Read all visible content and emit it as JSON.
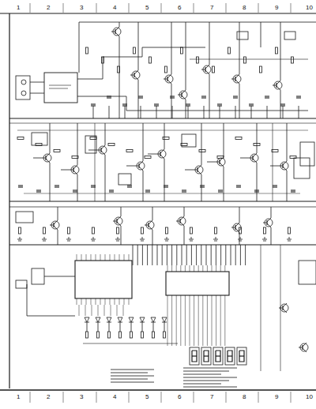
{
  "diagram": {
    "labels": [
      "1",
      "2",
      "3",
      "4",
      "5",
      "6",
      "7",
      "8",
      "9",
      "10",
      "1",
      "2",
      "3",
      "4",
      "5",
      "6",
      "7",
      "8",
      "9",
      "10"
    ]
  }
}
